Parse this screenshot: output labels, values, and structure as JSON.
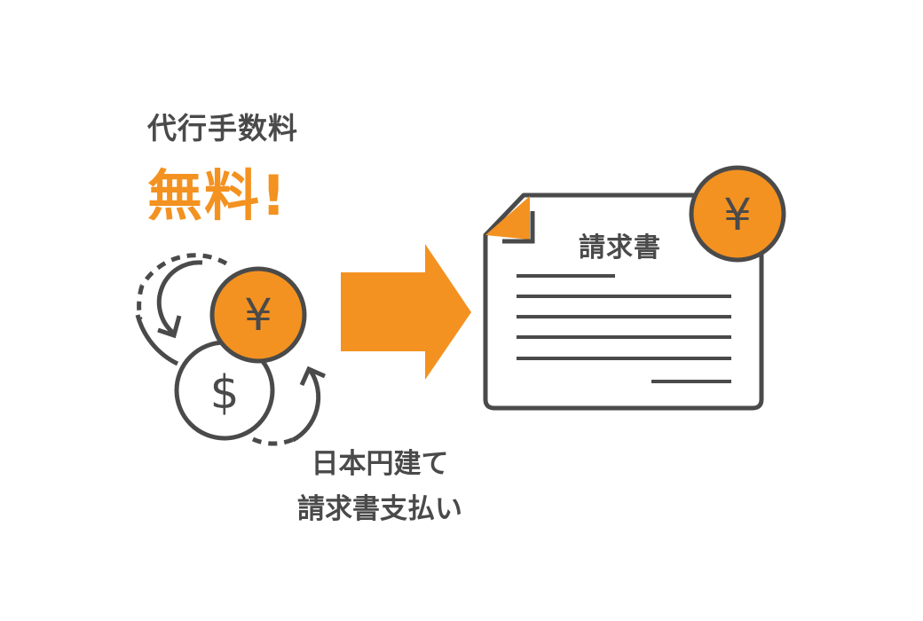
{
  "left_panel": {
    "lead_text": "代行手数料",
    "headline": "無料!",
    "icons": {
      "yen_coin": "¥",
      "dollar_coin": "$"
    }
  },
  "right_panel": {
    "document_title": "請求書",
    "document_badge": "¥",
    "caption_line1": "日本円建て",
    "caption_line2": "請求書支払い"
  },
  "colors": {
    "accent": "#f39220",
    "stroke": "#4a4a4a",
    "background": "#ffffff"
  }
}
